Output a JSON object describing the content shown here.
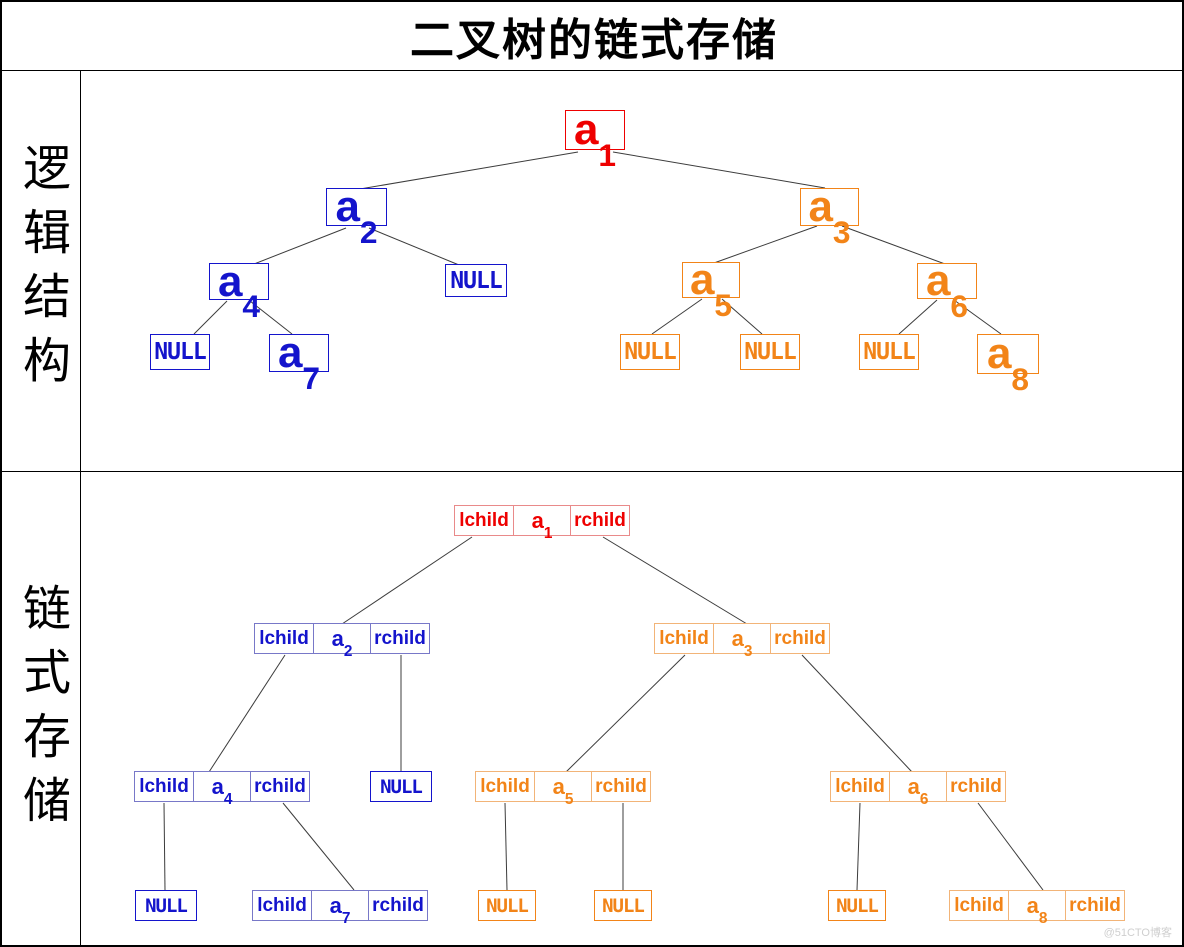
{
  "title": "二叉树的链式存储",
  "watermark": "@51CTO博客",
  "sections": {
    "logical": "逻辑结构",
    "linked": "链式存储"
  },
  "labels": {
    "null": "NULL",
    "lchild": "lchild",
    "rchild": "rchild"
  },
  "colors": {
    "red": "#ee0000",
    "blue": "#1414cc",
    "orange": "#f28418",
    "line": "#3c3c3c"
  },
  "nodes": {
    "a1": {
      "base": "a",
      "sub": "1",
      "color": "red"
    },
    "a2": {
      "base": "a",
      "sub": "2",
      "color": "blue"
    },
    "a3": {
      "base": "a",
      "sub": "3",
      "color": "orange"
    },
    "a4": {
      "base": "a",
      "sub": "4",
      "color": "blue"
    },
    "a5": {
      "base": "a",
      "sub": "5",
      "color": "orange"
    },
    "a6": {
      "base": "a",
      "sub": "6",
      "color": "orange"
    },
    "a7": {
      "base": "a",
      "sub": "7",
      "color": "blue"
    },
    "a8": {
      "base": "a",
      "sub": "8",
      "color": "orange"
    }
  },
  "tree_structure": {
    "a1": {
      "left": "a2",
      "right": "a3"
    },
    "a2": {
      "left": "a4",
      "right": "NULL"
    },
    "a3": {
      "left": "a5",
      "right": "a6"
    },
    "a4": {
      "left": "NULL",
      "right": "a7"
    },
    "a5": {
      "left": "NULL",
      "right": "NULL"
    },
    "a6": {
      "left": "NULL",
      "right": "a8"
    }
  }
}
